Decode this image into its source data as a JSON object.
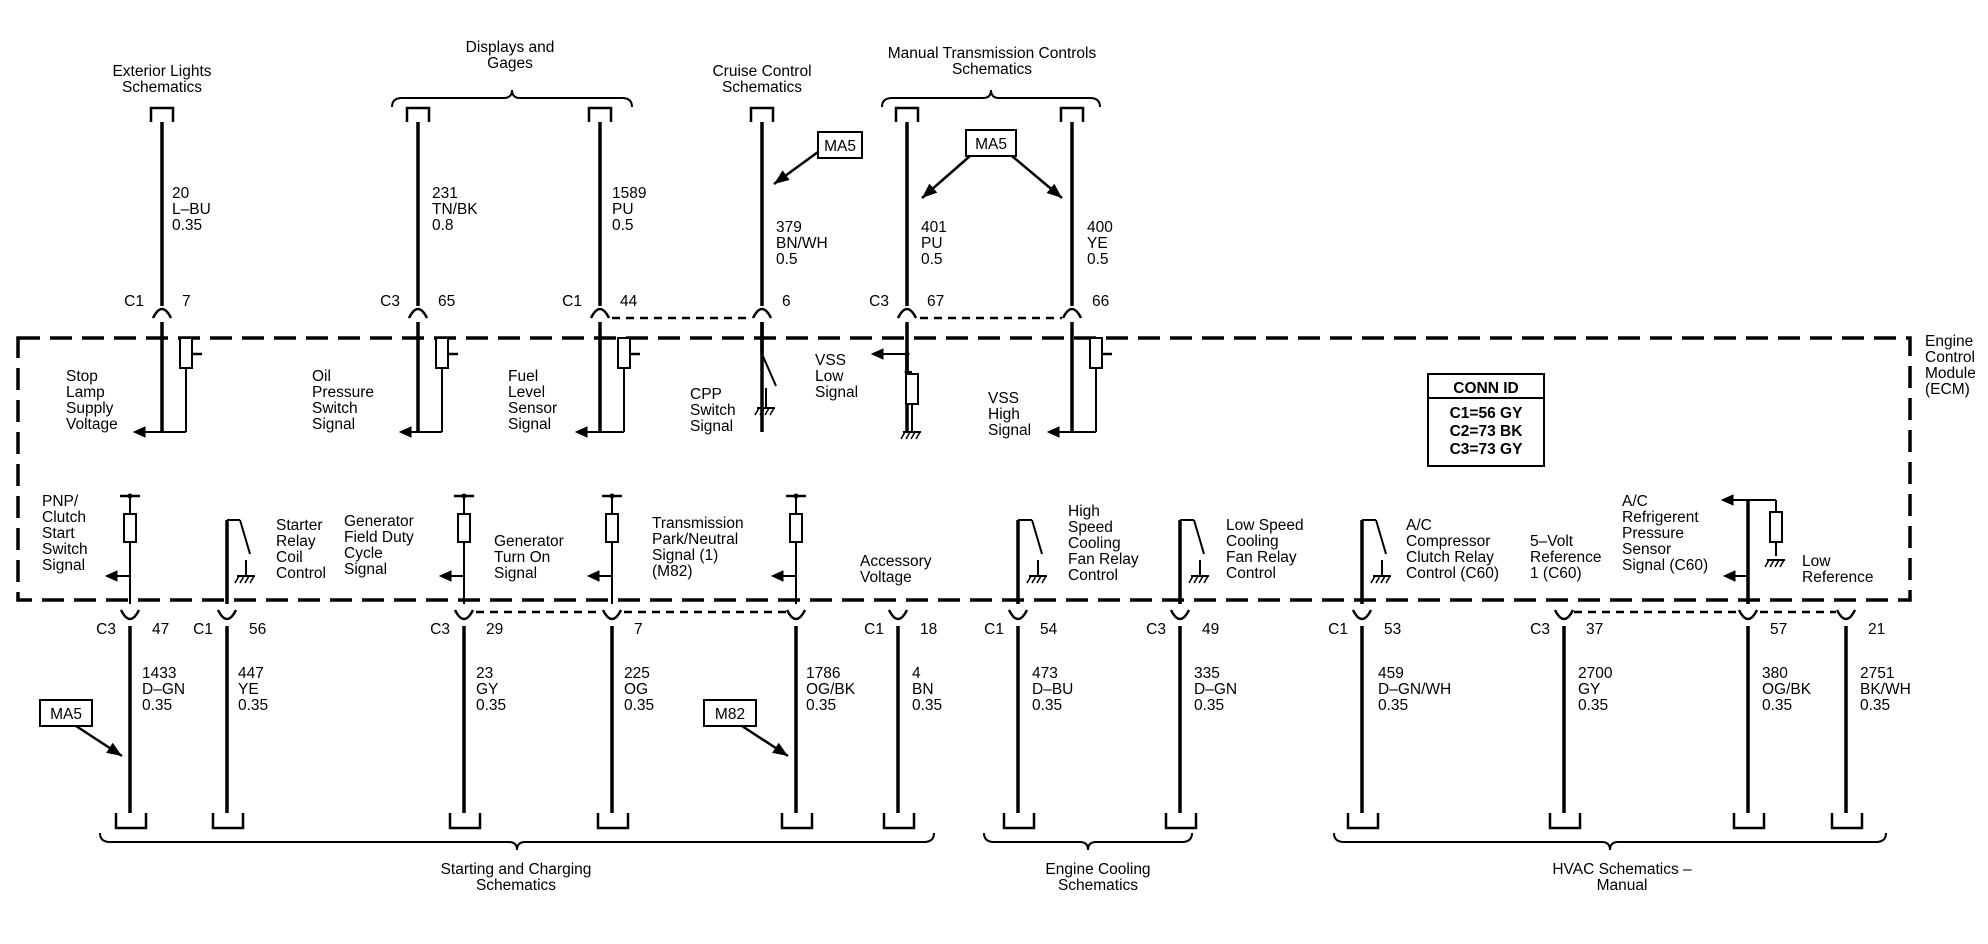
{
  "top_destinations": {
    "exterior_lights": [
      "Exterior Lights",
      "Schematics"
    ],
    "displays_gages": [
      "Displays and",
      "Gages"
    ],
    "cruise_control": [
      "Cruise Control",
      "Schematics"
    ],
    "manual_trans": [
      "Manual Transmission Controls",
      "Schematics"
    ]
  },
  "bottom_destinations": {
    "starting_charging": [
      "Starting and Charging",
      "Schematics"
    ],
    "engine_cooling": [
      "Engine Cooling",
      "Schematics"
    ],
    "hvac": [
      "HVAC Schematics –",
      "Manual"
    ]
  },
  "module": {
    "name": [
      "Engine",
      "Control",
      "Module",
      "(ECM)"
    ]
  },
  "conn_id": {
    "title": "CONN ID",
    "rows": [
      "C1=56 GY",
      "C2=73 BK",
      "C3=73 GY"
    ]
  },
  "option_tags": {
    "top_cruise": "MA5",
    "top_manual": "MA5",
    "bottom_left": "MA5",
    "bottom_m82": "M82"
  },
  "top_wires": [
    {
      "circuit": "20",
      "color": "L–BU",
      "gauge": "0.35",
      "connector": "C1",
      "pin": "7"
    },
    {
      "circuit": "231",
      "color": "TN/BK",
      "gauge": "0.8",
      "connector": "C3",
      "pin": "65"
    },
    {
      "circuit": "1589",
      "color": "PU",
      "gauge": "0.5",
      "connector": "C1",
      "pin": "44"
    },
    {
      "circuit": "379",
      "color": "BN/WH",
      "gauge": "0.5",
      "connector": "",
      "pin": "6"
    },
    {
      "circuit": "401",
      "color": "PU",
      "gauge": "0.5",
      "connector": "C3",
      "pin": "67"
    },
    {
      "circuit": "400",
      "color": "YE",
      "gauge": "0.5",
      "connector": "",
      "pin": "66"
    }
  ],
  "top_signals": [
    [
      "Stop",
      "Lamp",
      "Supply",
      "Voltage"
    ],
    [
      "Oil",
      "Pressure",
      "Switch",
      "Signal"
    ],
    [
      "Fuel",
      "Level",
      "Sensor",
      "Signal"
    ],
    [
      "CPP",
      "Switch",
      "Signal"
    ],
    [
      "VSS",
      "Low",
      "Signal"
    ],
    [
      "VSS",
      "High",
      "Signal"
    ]
  ],
  "bottom_wires": [
    {
      "circuit": "1433",
      "color": "D–GN",
      "gauge": "0.35",
      "connector": "C3",
      "pin": "47"
    },
    {
      "circuit": "447",
      "color": "YE",
      "gauge": "0.35",
      "connector": "C1",
      "pin": "56"
    },
    {
      "circuit": "23",
      "color": "GY",
      "gauge": "0.35",
      "connector": "C3",
      "pin": "29"
    },
    {
      "circuit": "225",
      "color": "OG",
      "gauge": "0.35",
      "connector": "",
      "pin": "7"
    },
    {
      "circuit": "1786",
      "color": "OG/BK",
      "gauge": "0.35",
      "connector": "",
      "pin": ""
    },
    {
      "circuit": "4",
      "color": "BN",
      "gauge": "0.35",
      "connector": "C1",
      "pin": "18"
    },
    {
      "circuit": "473",
      "color": "D–BU",
      "gauge": "0.35",
      "connector": "C1",
      "pin": "54"
    },
    {
      "circuit": "335",
      "color": "D–GN",
      "gauge": "0.35",
      "connector": "C3",
      "pin": "49"
    },
    {
      "circuit": "459",
      "color": "D–GN/WH",
      "gauge": "0.35",
      "connector": "C1",
      "pin": "53"
    },
    {
      "circuit": "2700",
      "color": "GY",
      "gauge": "0.35",
      "connector": "C3",
      "pin": "37"
    },
    {
      "circuit": "380",
      "color": "OG/BK",
      "gauge": "0.35",
      "connector": "",
      "pin": "57"
    },
    {
      "circuit": "2751",
      "color": "BK/WH",
      "gauge": "0.35",
      "connector": "",
      "pin": "21"
    }
  ],
  "bottom_signals": [
    [
      "PNP/",
      "Clutch",
      "Start",
      "Switch",
      "Signal"
    ],
    [
      "Starter",
      "Relay",
      "Coil",
      "Control"
    ],
    [
      "Generator",
      "Field Duty",
      "Cycle",
      "Signal"
    ],
    [
      "Generator",
      "Turn On",
      "Signal"
    ],
    [
      "Transmission",
      "Park/Neutral",
      "Signal (1)",
      "(M82)"
    ],
    [
      "Accessory",
      "Voltage"
    ],
    [
      "High",
      "Speed",
      "Cooling",
      "Fan Relay",
      "Control"
    ],
    [
      "Low Speed",
      "Cooling",
      "Fan Relay",
      "Control"
    ],
    [
      "A/C",
      "Compressor",
      "Clutch Relay",
      "Control (C60)"
    ],
    [
      "5–Volt",
      "Reference",
      "1 (C60)"
    ],
    [
      "A/C",
      "Refrigerent",
      "Pressure",
      "Sensor",
      "Signal (C60)"
    ],
    [
      "Low",
      "Reference"
    ]
  ]
}
